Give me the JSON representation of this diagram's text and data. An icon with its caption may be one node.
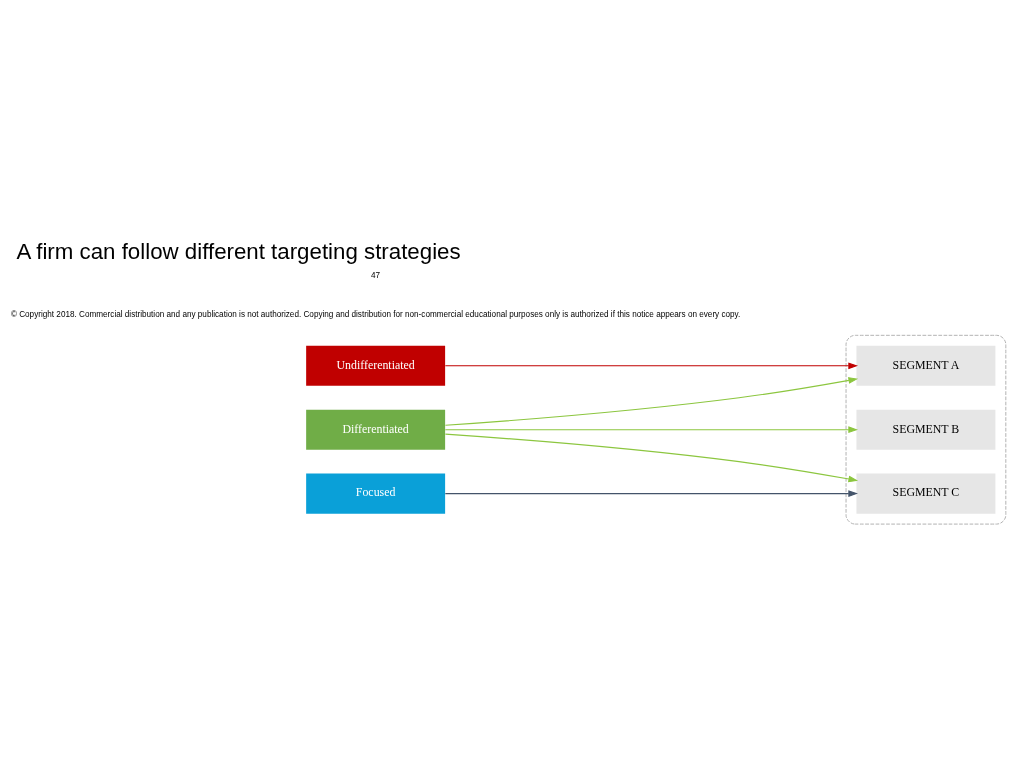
{
  "diagram": {
    "title": "A firm can follow different targeting strategies",
    "nodes": [
      {
        "text": [
          "Undifferentiated"
        ]
      },
      {
        "text": [
          "Differentiated"
        ]
      },
      {
        "text": [
          "Focused"
        ]
      },
      {
        "text": [],
        "shape": "box"
      },
      {
        "text": [
          "SEGMENT A"
        ],
        "in": 3
      },
      {
        "text": [
          "SEGMENT B"
        ],
        "in": 3
      },
      {
        "text": [
          "SEGMENT C"
        ],
        "in": 3
      }
    ],
    "edges": [
      {
        "from": 0,
        "to": 4,
        "arrow": "to",
        "color": "#c00000"
      },
      {
        "from": 1,
        "to": 4,
        "arrow": "to"
      },
      {
        "from": 1,
        "to": 5,
        "arrow": "to"
      },
      {
        "from": 1,
        "to": 6,
        "arrow": "to"
      },
      {
        "from": 2,
        "to": 6,
        "arrow": "to",
        "color": "#44546a"
      }
    ],
    "labels": [
      "© Copyright 2018. Commercial distribution and any publication is not authorized. Copying and distribution for non-commercial educational purposes only is authorized if this notice appears on every copy.",
      "47"
    ]
  }
}
